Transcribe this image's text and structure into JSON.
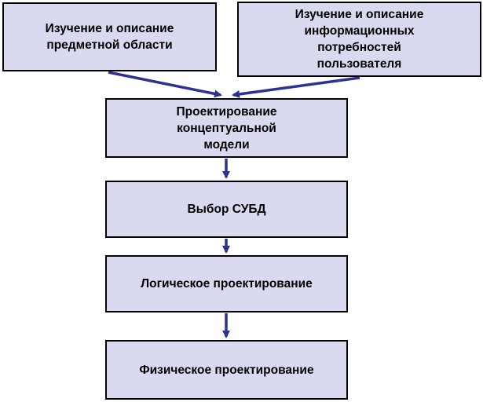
{
  "diagram": {
    "boxes": {
      "study_subject_area": "Изучение и описание\nпредметной области",
      "study_user_needs": "Изучение и описание\nинформационных\nпотребностей\nпользователя",
      "conceptual_model": "Проектирование\nконцептуальной\nмодели",
      "dbms_choice": "Выбор СУБД",
      "logical_design": "Логическое проектирование",
      "physical_design": "Физическое проектирование"
    },
    "colors": {
      "box_fill": "#d9daf0",
      "box_border": "#000000",
      "arrow": "#2e3192"
    }
  }
}
